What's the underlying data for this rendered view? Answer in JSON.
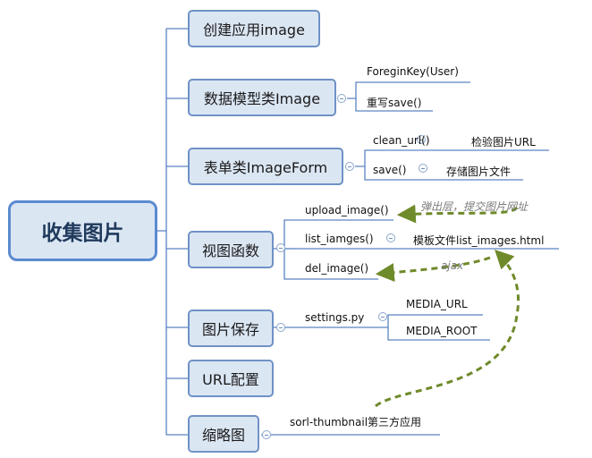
{
  "root": {
    "label": "收集图片"
  },
  "branches": {
    "create_app": {
      "label": "创建应用image"
    },
    "model": {
      "label": "数据模型类Image",
      "children": [
        "ForeginKey(User)",
        "重写save()"
      ]
    },
    "form": {
      "label": "表单类ImageForm",
      "children": [
        {
          "label": "clean_url()",
          "note": "检验图片URL"
        },
        {
          "label": "save()",
          "note": "存储图片文件"
        }
      ]
    },
    "views": {
      "label": "视图函数",
      "children": [
        {
          "label": "upload_image()"
        },
        {
          "label": "list_iamges()",
          "note": "模板文件list_images.html"
        },
        {
          "label": "del_image()"
        }
      ]
    },
    "storage": {
      "label": "图片保存",
      "child": "settings.py",
      "grandchildren": [
        "MEDIA_URL",
        "MEDIA_ROOT"
      ]
    },
    "url": {
      "label": "URL配置"
    },
    "thumb": {
      "label": "缩略图",
      "child": "sorl-thumbnail第三方应用"
    }
  },
  "annotations": {
    "popup": "弹出层，提交图片网址",
    "ajax": "ajax"
  },
  "colors": {
    "node_fill": "#dbe6f3",
    "node_border": "#6f92c6",
    "line": "#5b84c4",
    "arrow": "#6f8a2a"
  }
}
